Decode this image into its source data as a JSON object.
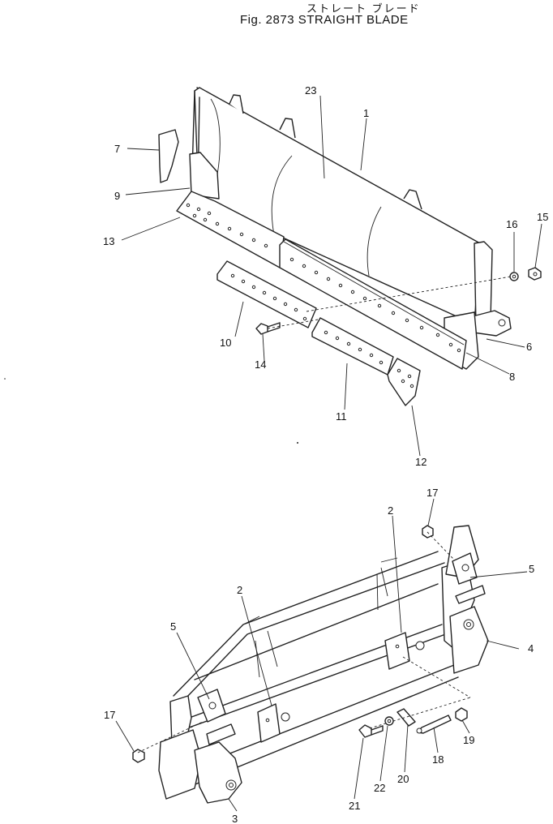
{
  "title": {
    "jp": "ストレート ブレード",
    "en": "Fig. 2873  STRAIGHT  BLADE"
  },
  "callouts": {
    "p1": "1",
    "p23": "23",
    "p7": "7",
    "p9": "9",
    "p13": "13",
    "p16": "16",
    "p15": "15",
    "p6": "6",
    "p8": "8",
    "p10": "10",
    "p14": "14",
    "p11": "11",
    "p12": "12",
    "p17a": "17",
    "p2a": "2",
    "p5a": "5",
    "p4": "4",
    "p2b": "2",
    "p5b": "5",
    "p17b": "17",
    "p3": "3",
    "p21": "21",
    "p22": "22",
    "p20": "20",
    "p18": "18",
    "p19": "19"
  }
}
